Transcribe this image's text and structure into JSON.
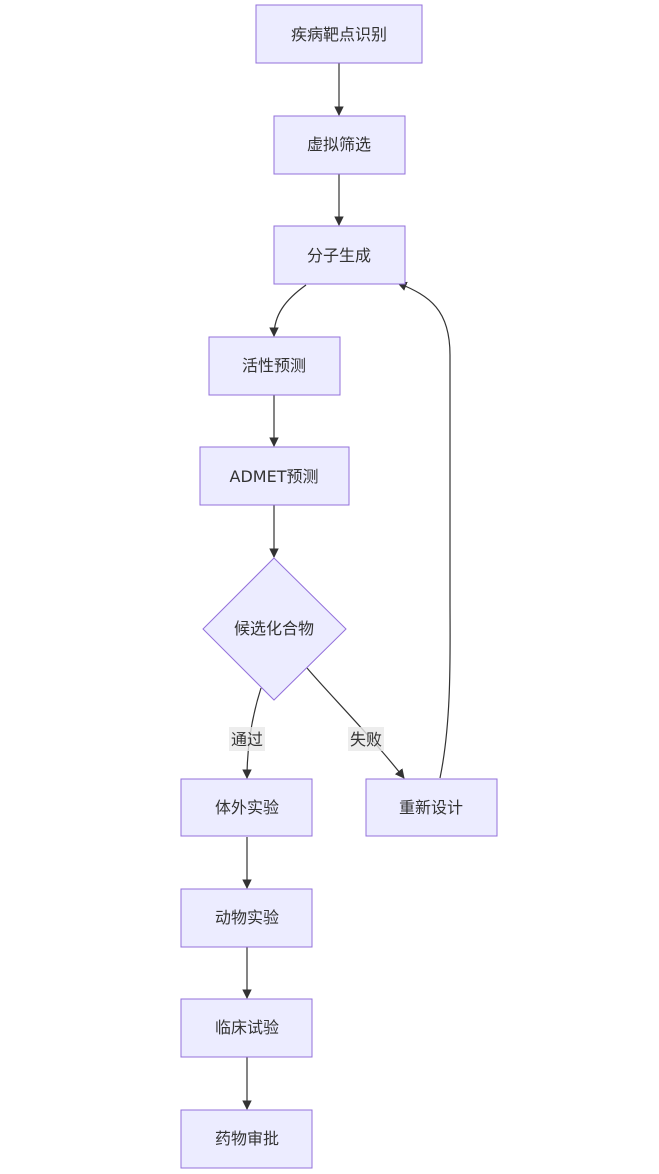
{
  "nodes": {
    "target": "疾病靶点识别",
    "screen": "虚拟筛选",
    "gen": "分子生成",
    "activity": "活性预测",
    "admet": "ADMET预测",
    "candidate": "候选化合物",
    "invitro": "体外实验",
    "redesign": "重新设计",
    "animal": "动物实验",
    "clinical": "临床试验",
    "approval": "药物审批"
  },
  "edges": {
    "pass": "通过",
    "fail": "失败"
  },
  "colors": {
    "node_fill": "#ECECFF",
    "node_stroke": "#9370DB",
    "edge": "#333333"
  }
}
